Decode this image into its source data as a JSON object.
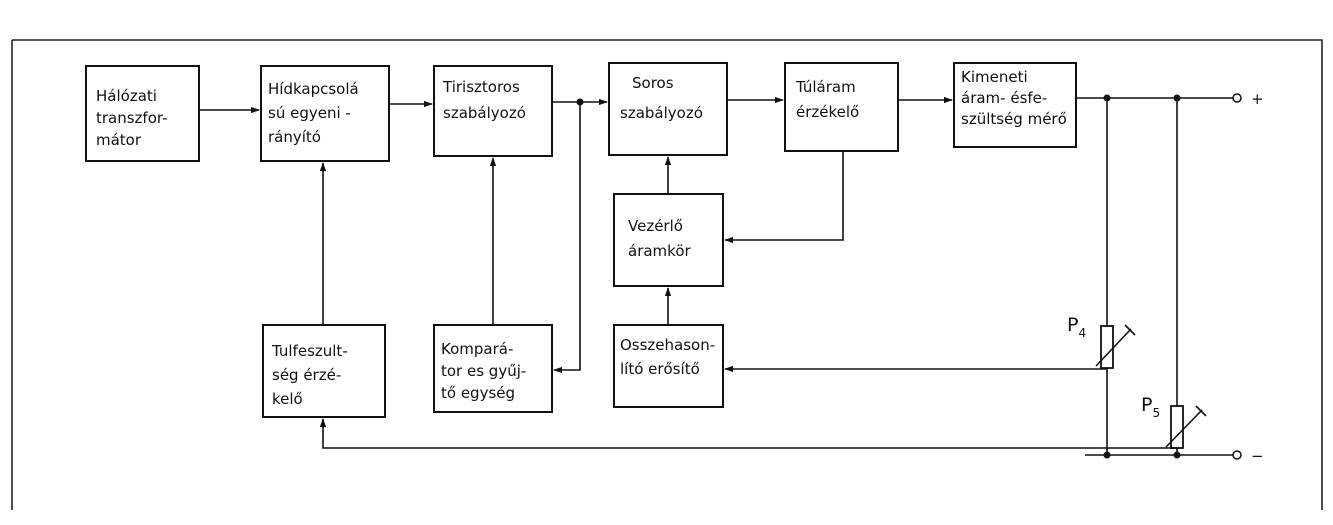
{
  "blocks": {
    "transformer": [
      "Hálózati",
      "transzfor-",
      "mátor"
    ],
    "rectifier": [
      "Hídkapcsolá",
      "sú egyeni -",
      "rányító"
    ],
    "thyristor": [
      "Tirisztoros",
      "szabályozó"
    ],
    "series": [
      "Soros",
      "szabályozó"
    ],
    "overcurrent": [
      "Túláram",
      "érzékelő"
    ],
    "meter": [
      "Kimeneti",
      "áram- ésfe-",
      "szültség mérő"
    ],
    "control": [
      "Vezérlő",
      "áramkör"
    ],
    "overvoltage": [
      "Tulfeszult-",
      "ség érzé-",
      "kelő"
    ],
    "comparator": [
      "Kompará-",
      "tor es gyűj-",
      "tő egység"
    ],
    "amplifier": [
      "Osszehason-",
      "lító erősítő"
    ]
  },
  "potentiometers": {
    "p4": {
      "letter": "P",
      "sub": "4"
    },
    "p5": {
      "letter": "P",
      "sub": "5"
    }
  },
  "terminals": {
    "plus": "+",
    "minus": "−"
  }
}
